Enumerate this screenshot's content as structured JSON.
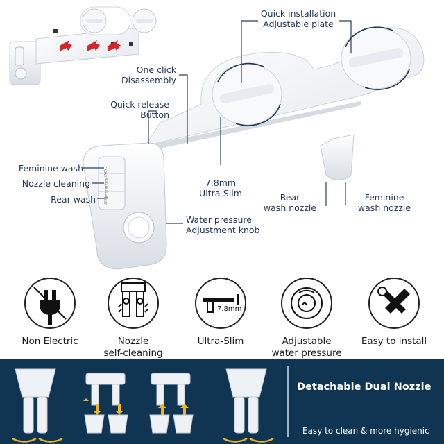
{
  "callouts": {
    "quick_install": "Quick installation",
    "adjustable_plate": "Adjustable plate",
    "one_click": "One click",
    "disassembly": "Disassembly",
    "quick_release": "Quick release",
    "button": "Button",
    "feminine_wash": "Feminine wash",
    "nozzle_cleaning": "Nozzle cleaning",
    "rear_wash": "Rear wash",
    "slim_dim": "7.8mm",
    "slim_label": "Ultra-Slim",
    "rear_nozzle_1": "Rear",
    "rear_nozzle_2": "wash nozzle",
    "fem_nozzle_1": "Feminine",
    "fem_nozzle_2": "wash nozzle",
    "pressure_1": "Water pressure",
    "pressure_2": "Adjustment knob"
  },
  "panel_buttons": [
    "FRONT",
    "NOZZLE CLEAN",
    "REAR"
  ],
  "features": [
    {
      "icon": "no-plug-icon",
      "line1": "Non Electric",
      "line2": ""
    },
    {
      "icon": "nozzle-clean-icon",
      "line1": "Nozzle",
      "line2": "self-cleaning"
    },
    {
      "icon": "ultra-slim-icon",
      "line1": "Ultra-Slim",
      "line2": "",
      "dim": "7.8mm"
    },
    {
      "icon": "pressure-dial-icon",
      "line1": "Adjustable",
      "line2": "water pressure"
    },
    {
      "icon": "tools-icon",
      "line1": "Easy to install",
      "line2": ""
    }
  ],
  "band": {
    "title": "Detachable Dual Nozzle",
    "subtitle": "Easy to clean & more hygienic"
  },
  "colors": {
    "navy": "#0f3553",
    "text": "#1f3556",
    "arrow_yellow": "#f2b51d",
    "arrow_red": "#d8232a"
  }
}
